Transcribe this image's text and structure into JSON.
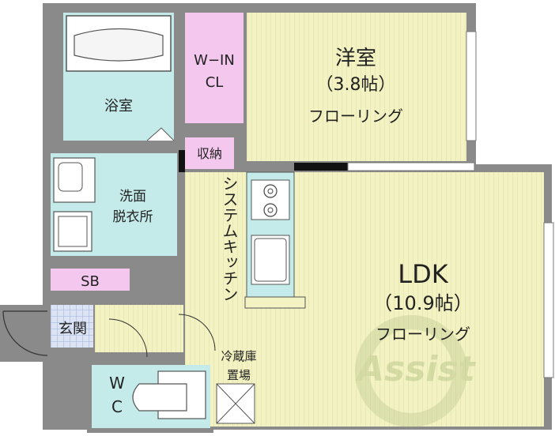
{
  "plan": {
    "rooms": {
      "western_room": {
        "name": "洋室",
        "size": "（3.8帖）",
        "floor": "フローリング"
      },
      "walk_in_closet": {
        "line1": "W−IN",
        "line2": "CL"
      },
      "bathroom": {
        "name": "浴室"
      },
      "storage": {
        "name": "収納"
      },
      "washroom": {
        "line1": "洗面",
        "line2": "脱衣所"
      },
      "kitchen": {
        "name": "システムキッチン"
      },
      "ldk": {
        "name": "LDK",
        "size": "（10.9帖）",
        "floor": "フローリング"
      },
      "shoe_box": {
        "name": "SB"
      },
      "entrance": {
        "name": "玄関"
      },
      "toilet": {
        "line1": "W",
        "line2": "C"
      },
      "fridge_space": {
        "line1": "冷蔵庫",
        "line2": "置場"
      }
    },
    "watermark": "Assist",
    "colors": {
      "wall": "#7f7f7f",
      "flooring": "#f2f2c2",
      "closet": "#f4c8ee",
      "wet_area": "#c4eaea",
      "entrance_tile": "#dbe3f4"
    }
  }
}
